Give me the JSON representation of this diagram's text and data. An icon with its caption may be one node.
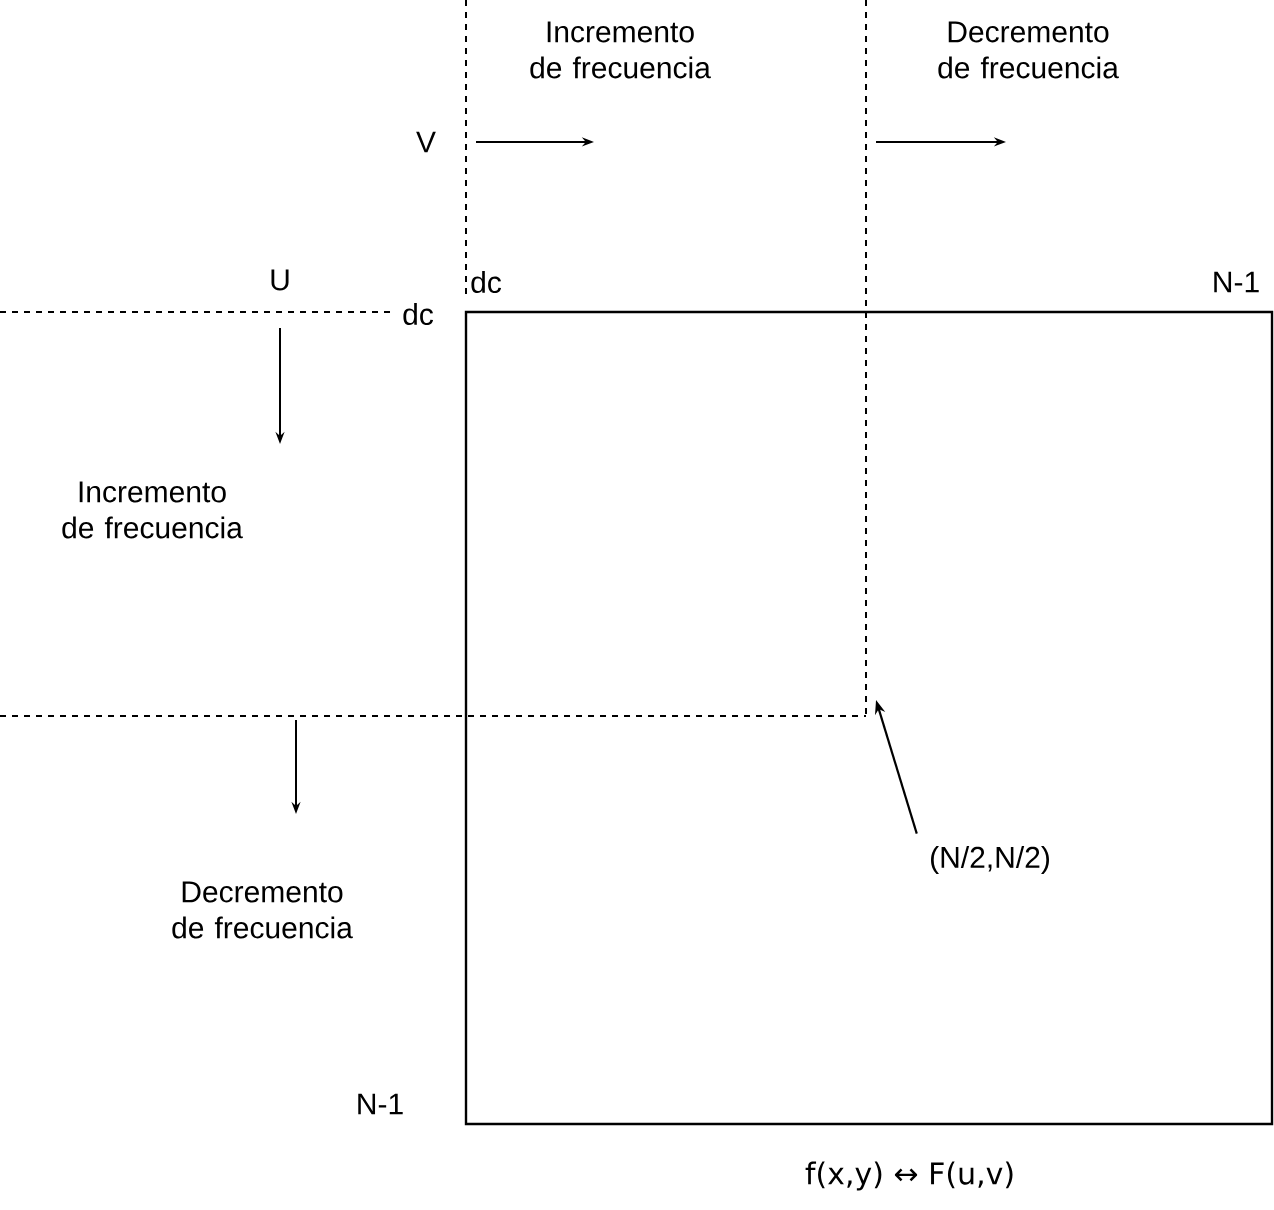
{
  "diagram": {
    "nodes": [
      {
        "text": [],
        "shape": "box"
      },
      {
        "text": [
          "(N/2,N/2)"
        ],
        "in": 0
      }
    ],
    "edges": [
      {
        "from": 1,
        "to": 0,
        "arrow": "to"
      }
    ],
    "labels": [
      "Incremento de frecuencia",
      "Decremento de frecuencia",
      "V",
      "U",
      "dc",
      "N-1",
      "dc",
      "Incremento de frecuencia",
      "Decremento de frecuencia",
      "N-1",
      "f(x,y) ↔ F(u,v)"
    ]
  }
}
